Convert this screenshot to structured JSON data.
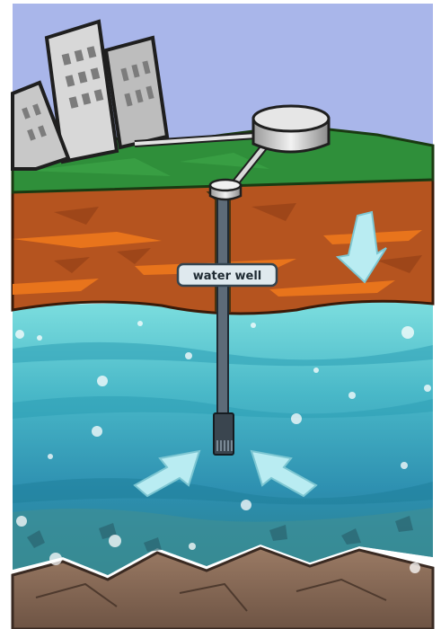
{
  "diagram": {
    "label": "water well",
    "colors": {
      "sky": "#a9b6ea",
      "grass": "#2f8f3a",
      "soil": "#b5541f",
      "soil_dark": "#8a3a14",
      "soil_stripe": "#e8741c",
      "aquifer_light": "#5fd0d0",
      "aquifer_deep": "#2b8fa8",
      "bedrock": "#8a6a55",
      "pipe": "#5d6b78",
      "casing": "#f0b75a",
      "arrow": "#b9ecf2",
      "building": "#b7b7b7",
      "tank": "#d9d9d9"
    },
    "icons": [
      "city-buildings",
      "storage-tank",
      "wellhead",
      "down-arrow",
      "inflow-arrow-left",
      "inflow-arrow-right",
      "well-screen"
    ]
  }
}
